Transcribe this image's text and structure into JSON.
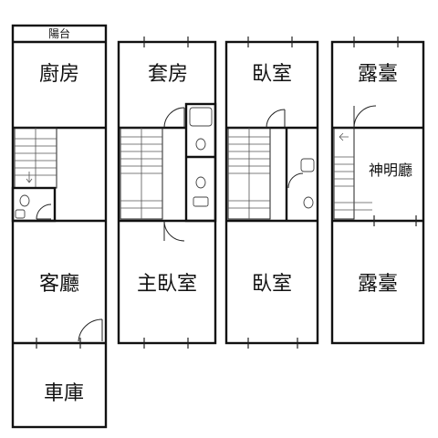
{
  "floor1": {
    "balcony": "陽台",
    "kitchen": "廚房",
    "living": "客廳",
    "garage": "車庫"
  },
  "floor2": {
    "suite": "套房",
    "master": "主臥室"
  },
  "floor3": {
    "bedroom_top": "臥室",
    "bedroom_bottom": "臥室"
  },
  "floor4": {
    "terrace_top": "露臺",
    "shrine": "神明廳",
    "terrace_bottom": "露臺"
  }
}
